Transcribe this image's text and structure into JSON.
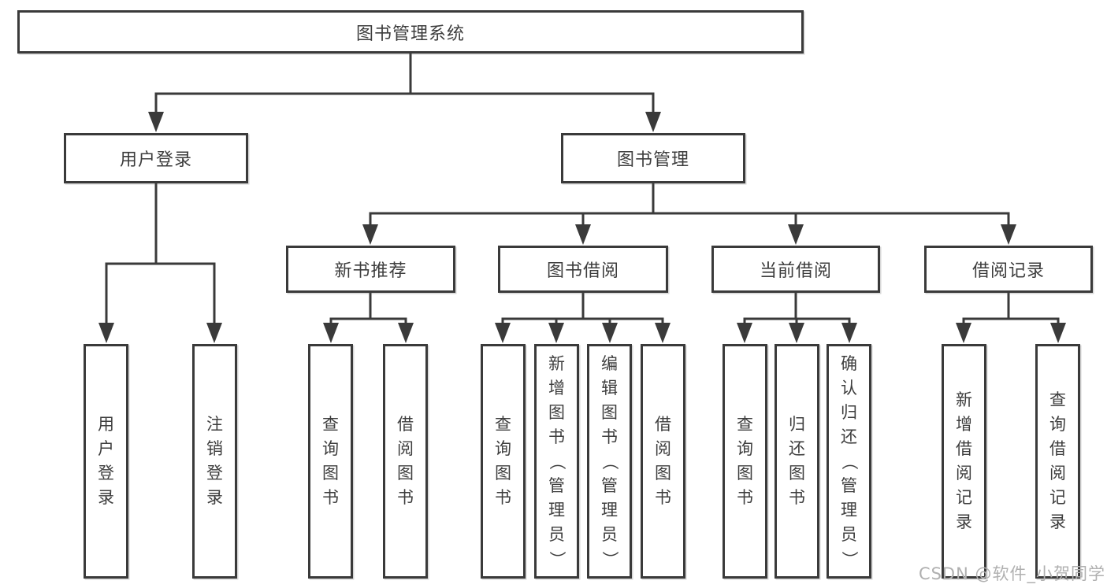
{
  "tree": {
    "label": "图书管理系统",
    "children": [
      {
        "label": "用户登录",
        "children": [
          {
            "label": "用户登录"
          },
          {
            "label": "注销登录"
          }
        ]
      },
      {
        "label": "图书管理",
        "children": [
          {
            "label": "新书推荐",
            "children": [
              {
                "label": "查询图书"
              },
              {
                "label": "借阅图书"
              }
            ]
          },
          {
            "label": "图书借阅",
            "children": [
              {
                "label": "查询图书"
              },
              {
                "label": "新增图书（管理员）"
              },
              {
                "label": "编辑图书（管理员）"
              },
              {
                "label": "借阅图书"
              }
            ]
          },
          {
            "label": "当前借阅",
            "children": [
              {
                "label": "查询图书"
              },
              {
                "label": "归还图书"
              },
              {
                "label": "确认归还（管理员）"
              }
            ]
          },
          {
            "label": "借阅记录",
            "children": [
              {
                "label": "新增借阅记录"
              },
              {
                "label": "查询借阅记录"
              }
            ]
          }
        ]
      }
    ]
  },
  "watermark": {
    "text": "CSDN @软件_小贺同学"
  },
  "colors": {
    "line": "#3a3a3a",
    "text": "#3d3d3d",
    "watermark": "#b0b0b0",
    "background": "#ffffff"
  }
}
